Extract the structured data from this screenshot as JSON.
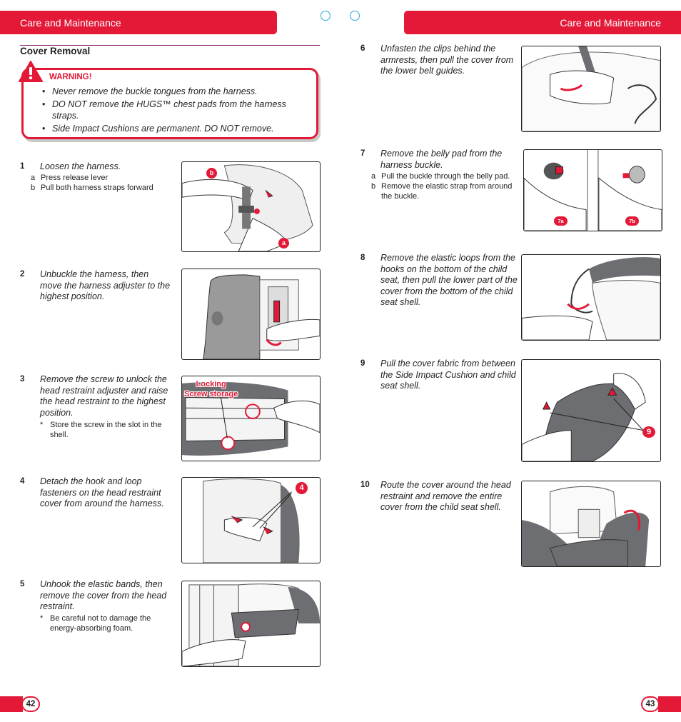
{
  "header": {
    "left_title": "Care and Maintenance",
    "right_title": "Care and Maintenance"
  },
  "section": {
    "title": "Cover Removal"
  },
  "warning": {
    "label": "WARNING!",
    "items": [
      "Never remove the buckle tongues from the harness.",
      "DO NOT remove the HUGS™ chest pads from the harness straps.",
      "Side Impact Cushions are permanent. DO NOT remove."
    ]
  },
  "steps": [
    {
      "number": "1",
      "text": "Loosen the harness.",
      "subs": [
        {
          "key": "a",
          "text": "Press release lever"
        },
        {
          "key": "b",
          "text": "Pull both harness straps forward"
        }
      ],
      "badges": [
        "b",
        "a"
      ]
    },
    {
      "number": "2",
      "text": "Unbuckle the harness, then move the harness adjuster to the highest position."
    },
    {
      "number": "3",
      "text": "Remove the screw to unlock the head restraint adjuster and raise the head restraint to the highest position.",
      "subs": [
        {
          "key": "*",
          "text": "Store the screw in the slot in the shell."
        }
      ],
      "callout": [
        "Locking",
        "Screw storage"
      ]
    },
    {
      "number": "4",
      "text": "Detach the hook and loop fasteners on the head restraint cover from around the harness.",
      "badges": [
        "4"
      ]
    },
    {
      "number": "5",
      "text": "Unhook the elastic bands, then remove the cover from the head restraint.",
      "subs": [
        {
          "key": "*",
          "text": "Be careful not to damage the energy-absorbing foam."
        }
      ]
    },
    {
      "number": "6",
      "text": "Unfasten the clips behind the armrests, then pull the cover from the lower belt guides."
    },
    {
      "number": "7",
      "text": "Remove the belly pad from the harness buckle.",
      "subs": [
        {
          "key": "a",
          "text": "Pull the buckle through the belly pad."
        },
        {
          "key": "b",
          "text": "Remove the elastic strap from around the buckle."
        }
      ],
      "badges": [
        "7a",
        "7b"
      ]
    },
    {
      "number": "8",
      "text": "Remove the elastic loops from the hooks on the bottom of the child seat, then pull the lower part of the cover from the bottom of the child seat shell."
    },
    {
      "number": "9",
      "text": "Pull the cover fabric from between the Side Impact Cushion and child seat shell.",
      "badges": [
        "9"
      ]
    },
    {
      "number": "10",
      "text": "Route the cover around the head restraint and remove the entire cover from the child seat shell."
    }
  ],
  "footer": {
    "left_page": "42",
    "right_page": "43"
  },
  "colors": {
    "brand_red": "#e31937",
    "text": "#231f20",
    "registration_mark": "#2ba8d8"
  }
}
